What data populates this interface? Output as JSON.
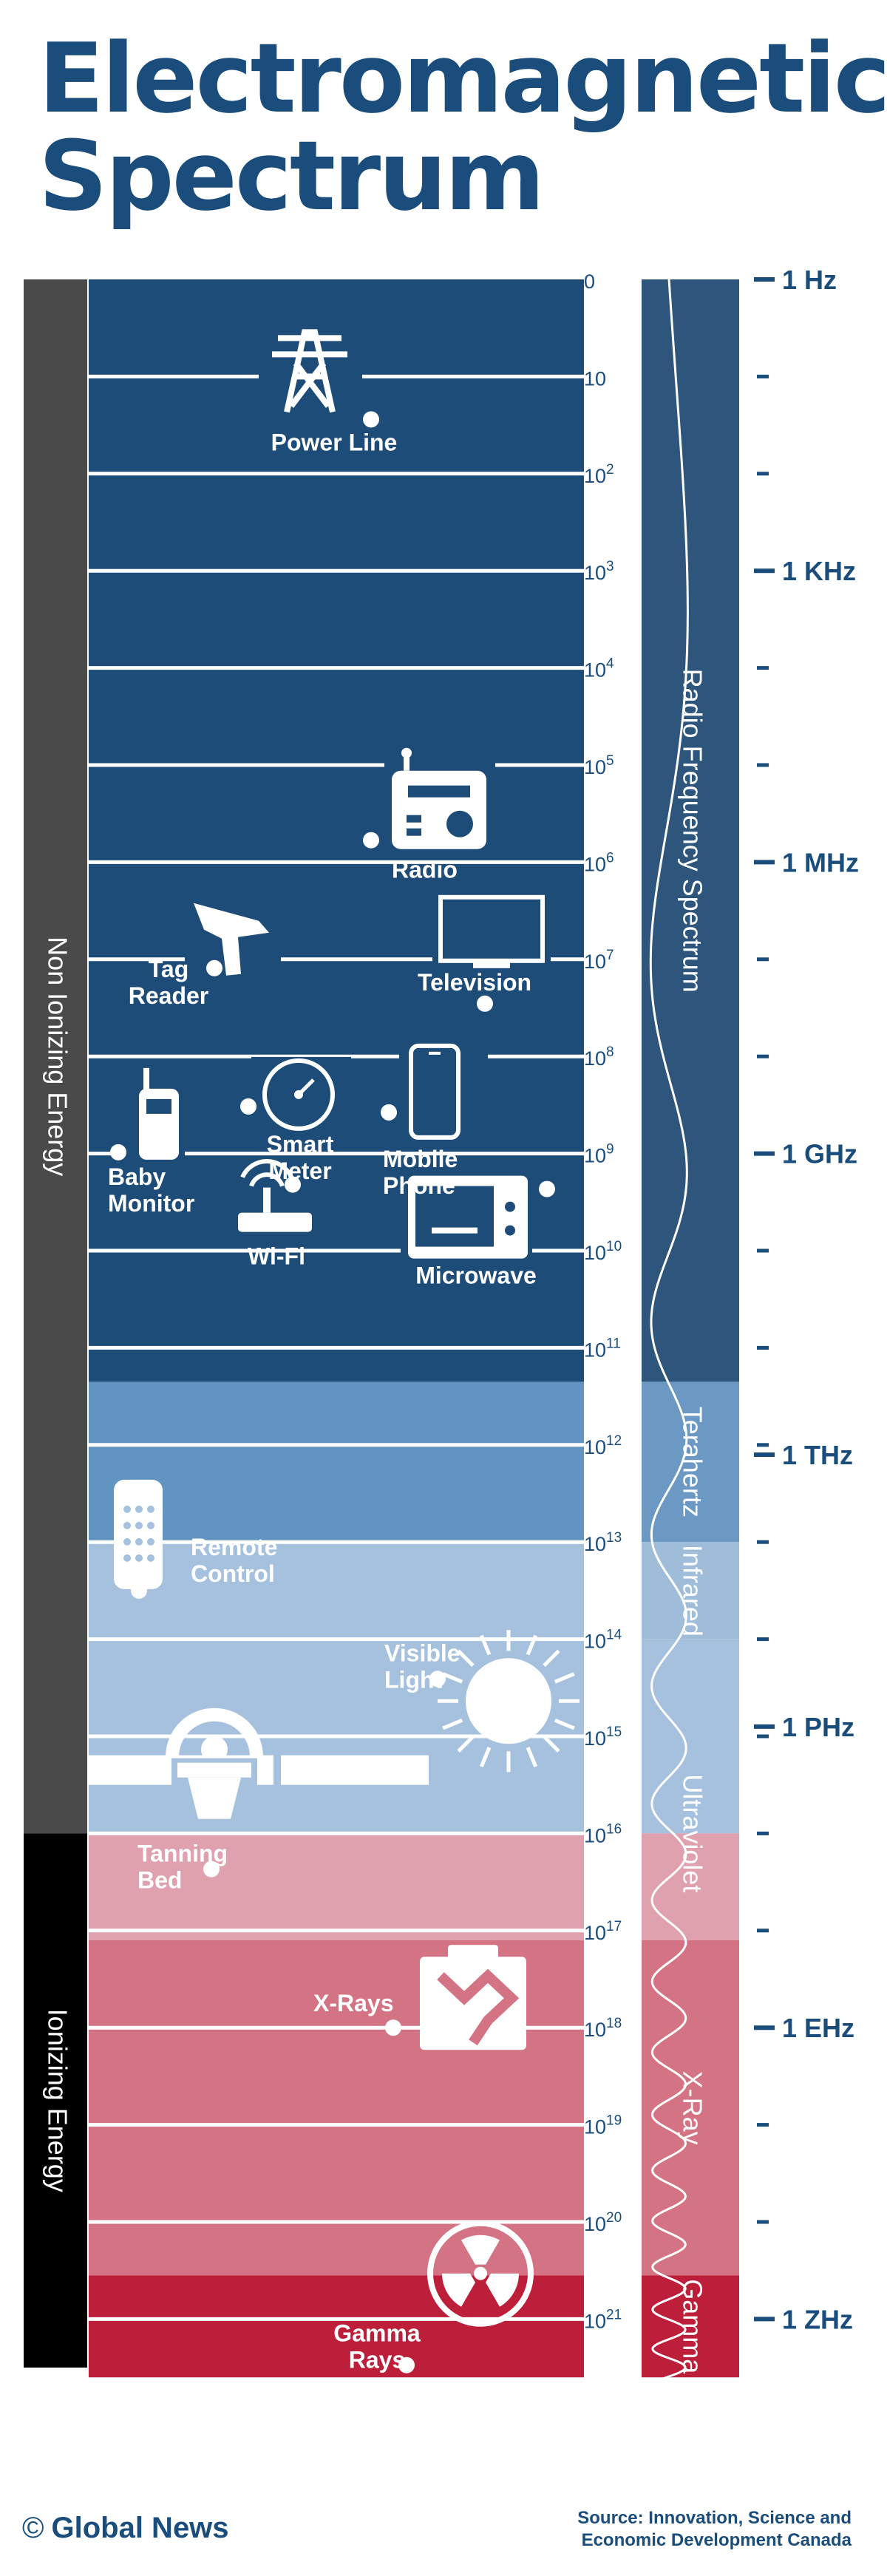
{
  "title": {
    "line1": "Electromagnetic",
    "line2": "Spectrum"
  },
  "energy_bands": [
    {
      "label": "Non Ionizing Energy",
      "from_tick": 0,
      "to_tick": 16,
      "color": "#4a4a4a"
    },
    {
      "label": "Ionizing Energy",
      "from_tick": 16,
      "to_tick": 21.5,
      "color": "#000000"
    }
  ],
  "wavelength_ticks": [
    {
      "base": "0",
      "exp": ""
    },
    {
      "base": "10",
      "exp": ""
    },
    {
      "base": "10",
      "exp": "2"
    },
    {
      "base": "10",
      "exp": "3"
    },
    {
      "base": "10",
      "exp": "4"
    },
    {
      "base": "10",
      "exp": "5"
    },
    {
      "base": "10",
      "exp": "6"
    },
    {
      "base": "10",
      "exp": "7"
    },
    {
      "base": "10",
      "exp": "8"
    },
    {
      "base": "10",
      "exp": "9"
    },
    {
      "base": "10",
      "exp": "10"
    },
    {
      "base": "10",
      "exp": "11"
    },
    {
      "base": "10",
      "exp": "12"
    },
    {
      "base": "10",
      "exp": "13"
    },
    {
      "base": "10",
      "exp": "14"
    },
    {
      "base": "10",
      "exp": "15"
    },
    {
      "base": "10",
      "exp": "16"
    },
    {
      "base": "10",
      "exp": "17"
    },
    {
      "base": "10",
      "exp": "18"
    },
    {
      "base": "10",
      "exp": "19"
    },
    {
      "base": "10",
      "exp": "20"
    },
    {
      "base": "10",
      "exp": "21"
    }
  ],
  "regions": [
    {
      "label": "Radio Frequency Spectrum",
      "from_tick": 0,
      "to_tick": 11.35,
      "color": "#1e4c78",
      "panel_color": "#2e567c"
    },
    {
      "label": "Terahertz",
      "from_tick": 11.35,
      "to_tick": 13,
      "color": "#6194c1",
      "panel_color": "#6b99c4"
    },
    {
      "label": "Infrared",
      "from_tick": 13,
      "to_tick": 14,
      "color": "#a6c1dd",
      "panel_color": "#9fbcd9"
    },
    {
      "label": "Ultraviolet",
      "from_tick": 14,
      "to_tick": 16,
      "color": "#a6c1dd",
      "panel_color": "#a6c1dd",
      "panel_label_from": 15,
      "panel_label_to": 17
    },
    {
      "label": "",
      "from_tick": 16,
      "to_tick": 17.1,
      "color": "#dfa1ae",
      "panel_color": "#dfa1ae"
    },
    {
      "label": "X-Ray",
      "from_tick": 17.1,
      "to_tick": 20.55,
      "color": "#d37383",
      "panel_color": "#d37383"
    },
    {
      "label": "Gamma",
      "from_tick": 20.55,
      "to_tick": 21.6,
      "color": "#bd1e3a",
      "panel_color": "#bd1e3a"
    }
  ],
  "frequency_labels": [
    {
      "label": "1 Hz",
      "at_tick": 0
    },
    {
      "label": "1 KHz",
      "at_tick": 3
    },
    {
      "label": "1 MHz",
      "at_tick": 6
    },
    {
      "label": "1 GHz",
      "at_tick": 9
    },
    {
      "label": "1 THz",
      "at_tick": 12.1
    },
    {
      "label": "1 PHz",
      "at_tick": 14.9
    },
    {
      "label": "1 EHz",
      "at_tick": 18
    },
    {
      "label": "1 ZHz",
      "at_tick": 21
    }
  ],
  "sources": [
    {
      "name": "power-line",
      "label": [
        "Power Line"
      ],
      "icon": "tower-icon",
      "at_tick": 1
    },
    {
      "name": "radio",
      "label": [
        "Radio"
      ],
      "icon": "radio-icon",
      "at_tick": 5.5
    },
    {
      "name": "tag-reader",
      "label": [
        "Tag",
        "Reader"
      ],
      "icon": "tag-reader-icon",
      "at_tick": 7
    },
    {
      "name": "television",
      "label": [
        "Television"
      ],
      "icon": "tv-icon",
      "at_tick": 7
    },
    {
      "name": "smart-meter",
      "label": [
        "Smart",
        "Meter"
      ],
      "icon": "meter-icon",
      "at_tick": 8.5
    },
    {
      "name": "mobile-phone",
      "label": [
        "Mobile",
        "Phone"
      ],
      "icon": "phone-icon",
      "at_tick": 8.5
    },
    {
      "name": "baby-monitor",
      "label": [
        "Baby",
        "Monitor"
      ],
      "icon": "baby-monitor-icon",
      "at_tick": 8.85
    },
    {
      "name": "wi-fi",
      "label": [
        "Wi-Fi"
      ],
      "icon": "router-icon",
      "at_tick": 9.7
    },
    {
      "name": "microwave",
      "label": [
        "Microwave"
      ],
      "icon": "microwave-icon",
      "at_tick": 9.7
    },
    {
      "name": "remote-control",
      "label": [
        "Remote",
        "Control"
      ],
      "icon": "remote-icon",
      "at_tick": 13.5
    },
    {
      "name": "visible-light",
      "label": [
        "Visible",
        "Light"
      ],
      "icon": "sun-icon",
      "at_tick": 14.5
    },
    {
      "name": "tanning-bed",
      "label": [
        "Tanning",
        "Bed"
      ],
      "icon": "tanning-bed-icon",
      "at_tick": 15.5
    },
    {
      "name": "x-rays",
      "label": [
        "X-Rays"
      ],
      "icon": "xray-icon",
      "at_tick": 18
    },
    {
      "name": "gamma-rays",
      "label": [
        "Gamma",
        "Rays"
      ],
      "icon": "radiation-icon",
      "at_tick": 20.5
    }
  ],
  "footer": {
    "logo": "Global News",
    "copyright_symbol": "©",
    "source_line1": "Source: Innovation, Science and",
    "source_line2": "Economic Development Canada"
  }
}
